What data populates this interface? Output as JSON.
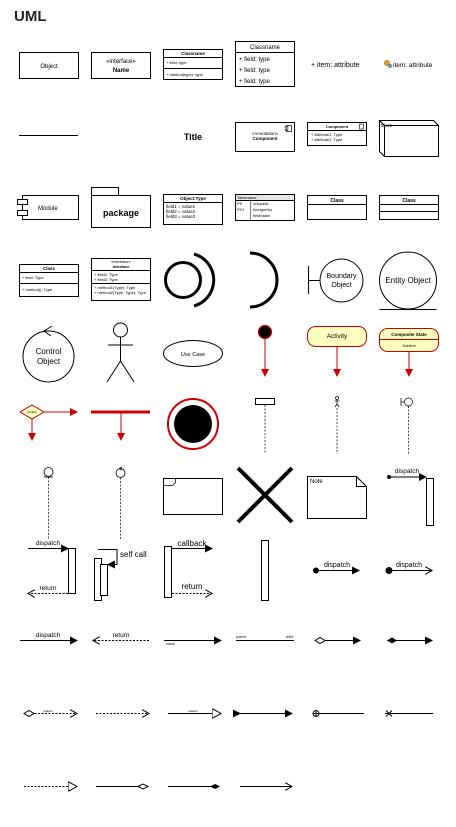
{
  "palette": {
    "title": "UML"
  },
  "labels": {
    "object": "Object",
    "interface_stereo": "«interface»",
    "interface_name": "Name",
    "classname1": "Classname",
    "field_type": "+ field: type",
    "method_type": "+ method(type): type",
    "classname2": "Classname",
    "field_type_a": "+ field: type",
    "field_type_b": "+ field: type",
    "field_type_c": "+ field: type",
    "item_attr1": "+ item: attribute",
    "item_attr2": "item: attribute",
    "title": "Title",
    "component_stereo": "«Annotation»",
    "component_name": "Component",
    "component2": "Component",
    "attr1": "+ Attribute1: Type",
    "attr2": "+ Attribute2: Type",
    "block": "Block",
    "module": "Module",
    "package": "package",
    "object_type": "Object:Type",
    "field1": "field1 = value1",
    "field2": "field2 = value2",
    "field3": "field3 = value3",
    "tablename": "Tablename",
    "pk": "PK",
    "fk1": "FK1",
    "unique_id": "uniqueId",
    "foreign_key": "foreignKey",
    "field_name": "fieldname",
    "class1": "Class",
    "class2": "Class",
    "class3": "Class",
    "field_type2": "+ field: Type",
    "method_type2": "+ method(): Type",
    "interface2_stereo": "«interface»",
    "interface2_name": "Interface",
    "iface_f1": "+ field1: Type",
    "iface_f2": "+ field2: Type",
    "iface_m1": "+ method1(Type): Type",
    "iface_m2": "+ method2(Type, Type): Type",
    "boundary1": "Boundary",
    "boundary2": "Object",
    "entity": "Entity Object",
    "control1": "Control",
    "control2": "Object",
    "use_case": "Use Case",
    "activity": "Activity",
    "composite_state": "Composite State",
    "subtitle": "Subline",
    "note": "Note",
    "dispatch1": "dispatch",
    "dispatch2": "dispatch",
    "return1": "return",
    "self_call": "self call",
    "callback": "callback",
    "return2": "return",
    "dispatch3": "dispatch",
    "dispatch4": "dispatch",
    "dispatch5": "dispatch",
    "return3": "return",
    "name_small": "name",
    "parent": "parent",
    "child": "child"
  },
  "colors": {
    "stroke": "#000000",
    "red": "#cc0000",
    "activity_fill": "#ffffc0",
    "header_gray": "#e6e6e6"
  }
}
